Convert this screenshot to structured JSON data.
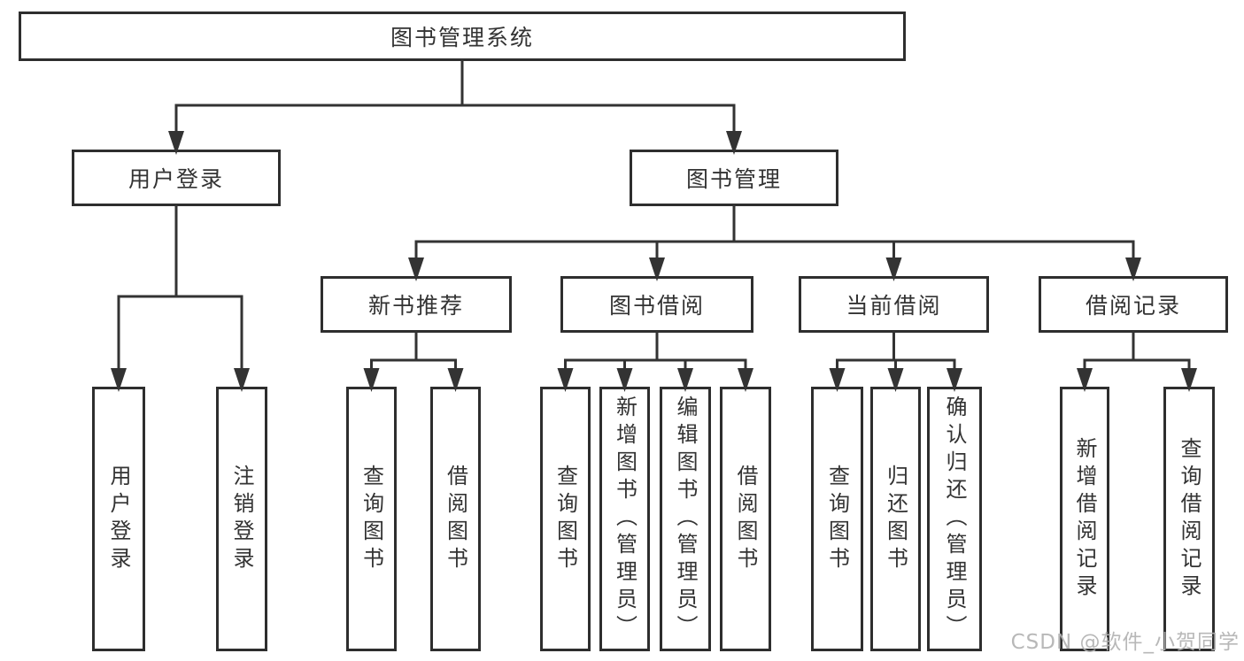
{
  "diagram": {
    "title": "图书管理系统",
    "watermark": "CSDN @软件_小贺同学",
    "colors": {
      "line": "#333333",
      "box_border": "#2e2e2e",
      "box_bg": "#ffffff",
      "text": "#333333",
      "watermark": "rgba(178,178,178,0.92)"
    },
    "nodes": [
      {
        "id": "library-system",
        "label": "图书管理系统",
        "parent": null
      },
      {
        "id": "user-login",
        "label": "用户登录",
        "parent": "library-system"
      },
      {
        "id": "book-mgmt",
        "label": "图书管理",
        "parent": "library-system"
      },
      {
        "id": "new-book-recommend",
        "label": "新书推荐",
        "parent": "book-mgmt"
      },
      {
        "id": "book-borrow",
        "label": "图书借阅",
        "parent": "book-mgmt"
      },
      {
        "id": "current-borrow",
        "label": "当前借阅",
        "parent": "book-mgmt"
      },
      {
        "id": "borrow-records",
        "label": "借阅记录",
        "parent": "book-mgmt"
      },
      {
        "id": "user-login-leaf",
        "label": "用户登录",
        "parent": "user-login"
      },
      {
        "id": "logout-leaf",
        "label": "注销登录",
        "parent": "user-login"
      },
      {
        "id": "nb-query-book",
        "label": "查询图书",
        "parent": "new-book-recommend"
      },
      {
        "id": "nb-borrow-book",
        "label": "借阅图书",
        "parent": "new-book-recommend"
      },
      {
        "id": "bb-query-book",
        "label": "查询图书",
        "parent": "book-borrow"
      },
      {
        "id": "bb-add-book-admin",
        "label": "新增图书（管理员）",
        "parent": "book-borrow"
      },
      {
        "id": "bb-edit-book-admin",
        "label": "编辑图书（管理员）",
        "parent": "book-borrow"
      },
      {
        "id": "bb-borrow-book",
        "label": "借阅图书",
        "parent": "book-borrow"
      },
      {
        "id": "cb-query-book",
        "label": "查询图书",
        "parent": "current-borrow"
      },
      {
        "id": "cb-return-book",
        "label": "归还图书",
        "parent": "current-borrow"
      },
      {
        "id": "cb-confirm-return-admin",
        "label": "确认归还（管理员）",
        "parent": "current-borrow"
      },
      {
        "id": "br-add-record",
        "label": "新增借阅记录",
        "parent": "borrow-records"
      },
      {
        "id": "br-query-record",
        "label": "查询借阅记录",
        "parent": "borrow-records"
      }
    ]
  }
}
